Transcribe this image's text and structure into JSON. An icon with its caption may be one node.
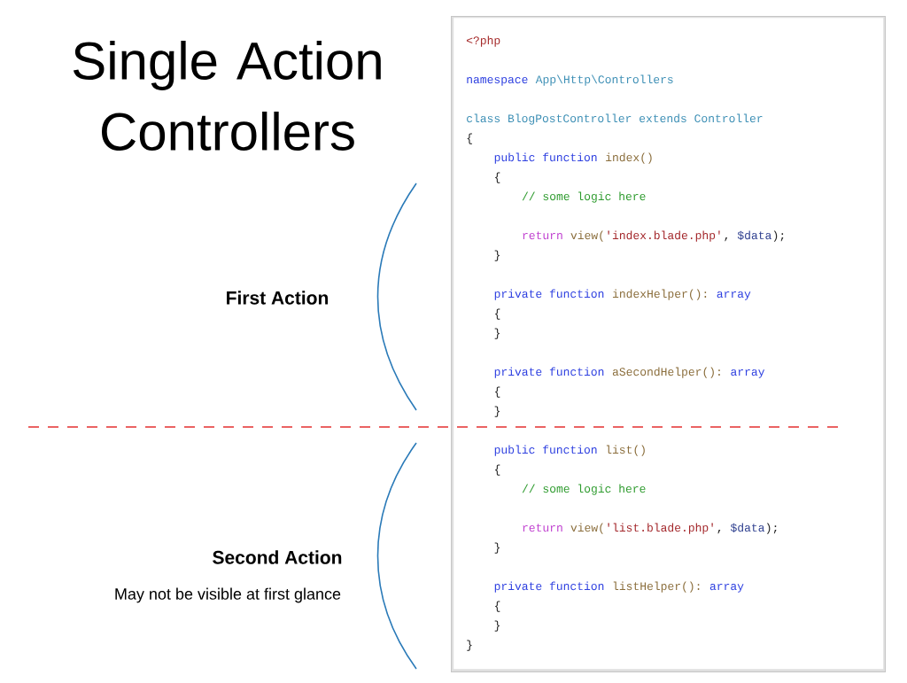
{
  "diagram": {
    "title": "Single Action Controllers",
    "nodes": [
      {
        "text": [
          "<?php",
          "namespace",
          "App\\Http\\Controllers",
          "class BlogPostController extends Controller",
          "{",
          "public function",
          "index()",
          "{",
          "// some logic here",
          "return",
          "view(",
          "'index.blade.php'",
          ",",
          "$data",
          ");",
          "}",
          "private function",
          "indexHelper():",
          "array",
          "{",
          "}",
          "private function",
          "aSecondHelper():",
          "array",
          "{",
          "}",
          "public function",
          "list()",
          "{",
          "// some logic here",
          "return",
          "view(",
          "'list.blade.php'",
          ",",
          "$data",
          ");",
          "}",
          "private function",
          "listHelper():",
          "array",
          "{",
          "}",
          "}"
        ]
      }
    ],
    "labels": [
      "First Action",
      "Second Action",
      "May not be visible at first glance"
    ]
  }
}
